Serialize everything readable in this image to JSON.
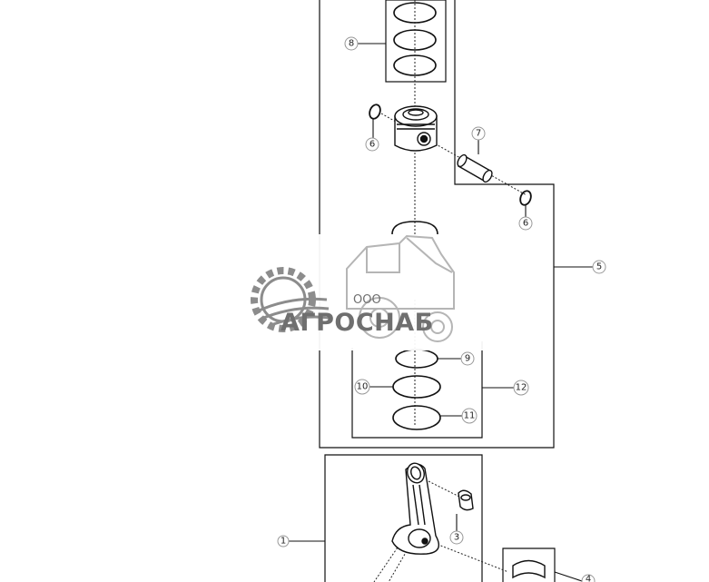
{
  "diagram": {
    "callouts": [
      {
        "id": "callout-8",
        "label": "8"
      },
      {
        "id": "callout-6-left",
        "label": "6"
      },
      {
        "id": "callout-7",
        "label": "7"
      },
      {
        "id": "callout-6-right",
        "label": "6"
      },
      {
        "id": "callout-5",
        "label": "5"
      },
      {
        "id": "callout-9",
        "label": "9"
      },
      {
        "id": "callout-10",
        "label": "10"
      },
      {
        "id": "callout-12",
        "label": "12"
      },
      {
        "id": "callout-11",
        "label": "11"
      },
      {
        "id": "callout-3",
        "label": "3"
      },
      {
        "id": "callout-1",
        "label": "1"
      },
      {
        "id": "callout-4",
        "label": "4"
      }
    ]
  },
  "watermark": {
    "legal_form": "ООО",
    "company": "АГРОСНАБ"
  }
}
